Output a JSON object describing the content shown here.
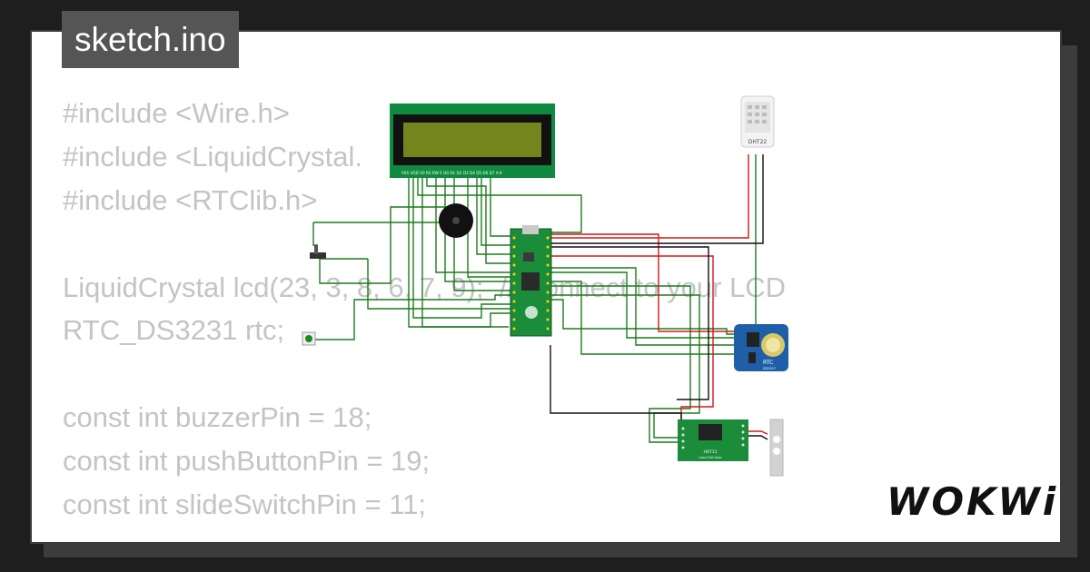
{
  "tab": {
    "filename": "sketch.ino"
  },
  "code_lines": [
    "#include <Wire.h>",
    "#include <LiquidCrystal.",
    "#include <RTClib.h>",
    "",
    "LiquidCrystal lcd(23, 3, 8, 6, 7, 9);  // Connect to your LCD",
    "RTC_DS3231 rtc;",
    "",
    "const int buzzerPin = 18;",
    "const int pushButtonPin = 19;",
    "const int slideSwitchPin = 11;"
  ],
  "components": {
    "lcd_pin_labels": "VSS VDD V0 RS RW E D0 D1 D2 D3 D4 D5 D6 D7 A K",
    "dht_label": "DHT22",
    "rtc_label": "RTC",
    "rtc_sublabel": "DS1307",
    "hx711_label": "HX711",
    "hx711_sublabel": "Load Cell Amp"
  },
  "colors": {
    "wire_green": "#1c7a1c",
    "wire_red": "#d01818",
    "wire_black": "#111111",
    "pcb_green": "#1a8c3a",
    "lcd_screen": "#73851c",
    "rtc_blue": "#1f5fa8"
  },
  "brand": {
    "logo": "WOKWi"
  }
}
